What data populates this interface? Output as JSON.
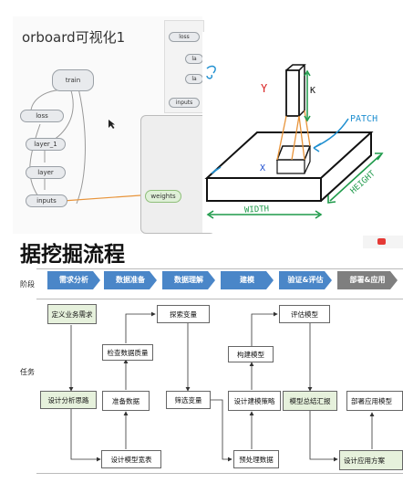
{
  "tensorboard": {
    "title": "orboard可视化1",
    "nodes": {
      "train": "train",
      "loss": "loss",
      "layer_1": "layer_1",
      "layer": "layer",
      "inputs": "inputs",
      "weights": "weights"
    },
    "mini_nodes": {
      "loss": "loss",
      "la": "la",
      "la2": "la",
      "inputs": "inputs"
    }
  },
  "sketch": {
    "labels": {
      "y": "Y",
      "k": "K",
      "x": "X",
      "patch": "PATCH",
      "width": "WIDTH",
      "height": "HEIGHT"
    }
  },
  "flow": {
    "title": "据挖掘流程",
    "row_labels": {
      "stage": "阶段",
      "task": "任务"
    },
    "stages": [
      "需求分析",
      "数据准备",
      "数据理解",
      "建模",
      "验证&评估",
      "部署&应用"
    ],
    "boxes": {
      "define_business": "定义业务需求",
      "design_analysis": "设计分析思路",
      "check_quality": "检查数据质量",
      "prepare_data": "准备数据",
      "design_table": "设计模型宽表",
      "explore_vars": "探索变量",
      "filter_vars": "筛选变量",
      "build_model": "构建模型",
      "design_strategy": "设计建模策略",
      "preprocess": "预处理数据",
      "evaluate_model": "评估模型",
      "summary_report": "模型总结汇报",
      "deploy_model": "部署应用模型",
      "design_plan": "设计应用方案"
    }
  },
  "colors": {
    "stage_blue": "#4a86c8",
    "stage_gray": "#7f7f7f",
    "box_green": "#e6f1dc",
    "sketch_blue": "#1f8fd0",
    "sketch_green": "#1e9a4a",
    "sketch_orange": "#e8943a"
  }
}
